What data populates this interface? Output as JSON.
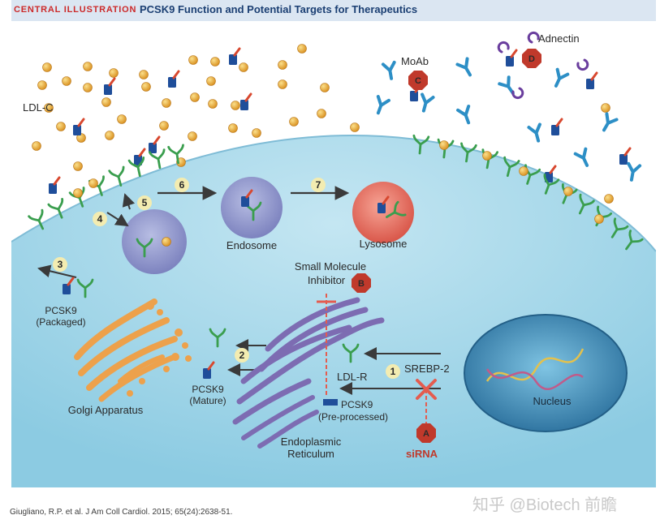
{
  "header": {
    "tag": "CENTRAL ILLUSTRATION",
    "title": "PCSK9 Function and Potential Targets for Therapeutics"
  },
  "labels": {
    "ldlc": "LDL-C",
    "moab": "MoAb",
    "adnectin": "Adnectin",
    "endosome": "Endosome",
    "lysosome": "Lysosome",
    "small_molecule_1": "Small Molecule",
    "small_molecule_2": "Inhibitor",
    "pcsk9_packaged_1": "PCSK9",
    "pcsk9_packaged_2": "(Packaged)",
    "pcsk9_mature_1": "PCSK9",
    "pcsk9_mature_2": "(Mature)",
    "golgi": "Golgi Apparatus",
    "ldlr": "LDL-R",
    "srebp2": "SREBP-2",
    "pcsk9_pre_1": "PCSK9",
    "pcsk9_pre_2": "(Pre-processed)",
    "er_1": "Endoplasmic",
    "er_2": "Reticulum",
    "sirna": "siRNA",
    "nucleus": "Nucleus"
  },
  "steps": [
    "1",
    "2",
    "3",
    "4",
    "5",
    "6",
    "7"
  ],
  "targets": [
    "A",
    "B",
    "C",
    "D"
  ],
  "citation": "Giugliano, R.P. et al. J Am Coll Cardiol. 2015; 65(24):2638-51.",
  "watermark": "知乎 @Biotech 前瞻",
  "colors": {
    "header_bg": "#dbe6f2",
    "tag_red": "#cc2a2a",
    "title_blue": "#1b3f73",
    "cell": "#a9d8ea",
    "receptor_green": "#3a9e4e",
    "ldl_gold": "#e8a532",
    "pcsk9_blue": "#1f4e9a",
    "antibody_blue": "#2d8fc6",
    "target_red": "#c0392b",
    "golgi_orange": "#eda14b",
    "er_purple": "#7d6cb2",
    "lysosome_red": "#e0685a",
    "nucleus_blue": "#2b7fae"
  }
}
